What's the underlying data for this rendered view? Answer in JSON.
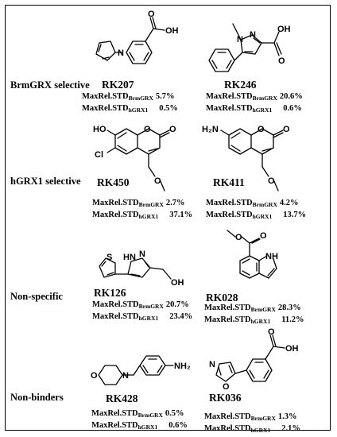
{
  "categories": [
    {
      "name": "BrmGRX selective",
      "compounds": [
        {
          "id": "RK207",
          "std_brmgrx": "5.7%",
          "std_hgrx1": "0.5%"
        },
        {
          "id": "RK246",
          "std_brmgrx": "20.6%",
          "std_hgrx1": "0.6%"
        }
      ]
    },
    {
      "name": "hGRX1 selective",
      "compounds": [
        {
          "id": "RK450",
          "std_brmgrx": "2.7%",
          "std_hgrx1": "37.1%"
        },
        {
          "id": "RK411",
          "std_brmgrx": "4.2%",
          "std_hgrx1": "13.7%"
        }
      ]
    },
    {
      "name": "Non-specific",
      "compounds": [
        {
          "id": "RK126",
          "std_brmgrx": "20.7%",
          "std_hgrx1": "23.4%"
        },
        {
          "id": "RK028",
          "std_brmgrx": "28.3%",
          "std_hgrx1": "11.2%"
        }
      ]
    },
    {
      "name": "Non-binders",
      "compounds": [
        {
          "id": "RK428",
          "std_brmgrx": "0.5%",
          "std_hgrx1": "0.6%"
        },
        {
          "id": "RK036",
          "std_brmgrx": "1.3%",
          "std_hgrx1": "2.1%"
        }
      ]
    }
  ],
  "label_parts": {
    "prefix": "MaxRel.STD",
    "sub_brmgrx": "BrmGRX",
    "sub_hgrx1": "hGRX1"
  },
  "atoms": {
    "oh": "OH",
    "o": "O",
    "n": "N",
    "nh": "NH",
    "hn": "HN",
    "ho": "HO",
    "cl": "Cl",
    "s": "S",
    "h": "H",
    "h2n": "H₂N",
    "nh2": "NH₂",
    "two": "2"
  }
}
